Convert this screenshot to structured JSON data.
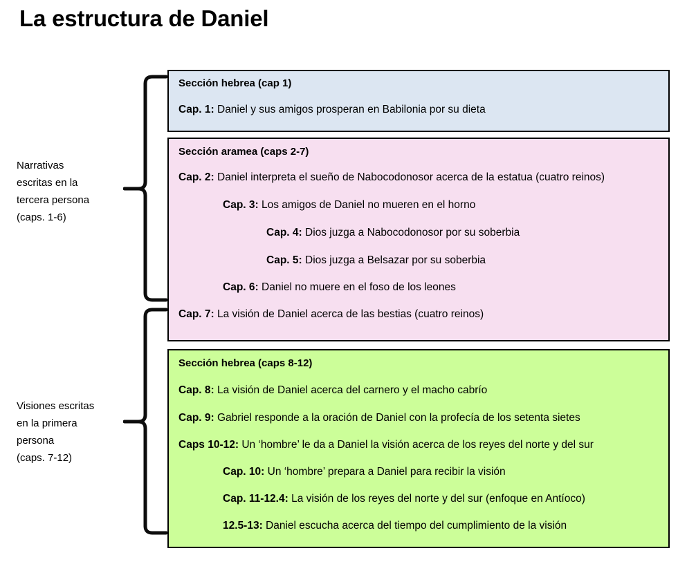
{
  "title": "La estructura de Daniel",
  "colors": {
    "hebrew_section_1_fill": "#dce6f2",
    "aramaic_section_fill": "#f7dff0",
    "hebrew_section_2_fill": "#ccfe99",
    "border": "#000000",
    "text": "#000000"
  },
  "side_labels": [
    {
      "name": "narratives",
      "text": "Narrativas\nescritas en la\ntercera persona\n(caps. 1-6)"
    },
    {
      "name": "visions",
      "text": "Visiones escritas\nen la primera\npersona\n(caps. 7-12)"
    }
  ],
  "sections": [
    {
      "id": "hebrea-1",
      "heading": "Sección hebrea (cap 1)",
      "lines": [
        {
          "label": "Cap. 1:",
          "text": " Daniel y sus amigos prosperan en Babilonia por su dieta",
          "indent": 0
        }
      ]
    },
    {
      "id": "aramea",
      "heading": "Sección aramea (caps 2-7)",
      "lines": [
        {
          "label": "Cap. 2:",
          "text": " Daniel interpreta el sueño de Nabocodonosor acerca de la estatua (cuatro reinos)",
          "indent": 0
        },
        {
          "label": "Cap. 3:",
          "text": " Los amigos de Daniel no mueren en el horno",
          "indent": 1
        },
        {
          "label": "Cap. 4:",
          "text": " Dios juzga  a Nabocodonosor por su soberbia",
          "indent": 2
        },
        {
          "label": "Cap. 5:",
          "text": " Dios juzga a Belsazar por su soberbia",
          "indent": 2
        },
        {
          "label": "Cap. 6:",
          "text": " Daniel no muere en el foso de los leones",
          "indent": 1
        },
        {
          "label": "Cap. 7:",
          "text": " La visión de Daniel acerca de las bestias (cuatro reinos)",
          "indent": 0
        }
      ]
    },
    {
      "id": "hebrea-2",
      "heading": "Sección hebrea (caps 8-12)",
      "lines": [
        {
          "label": "Cap. 8:",
          "text": " La visión de Daniel acerca del carnero y el macho cabrío",
          "indent": 0
        },
        {
          "label": "Cap. 9:",
          "text": " Gabriel responde a la oración de Daniel con la profecía de los setenta sietes",
          "indent": 0
        },
        {
          "label": "Caps 10-12:",
          "text": " Un ‘hombre’ le da a Daniel la visión acerca de los reyes del norte y del sur",
          "indent": 0
        },
        {
          "label": "Cap. 10:",
          "text": " Un ‘hombre’ prepara a Daniel para recibir la visión",
          "indent": 1
        },
        {
          "label": "Cap. 11-12.4:",
          "text": " La visión de los reyes del norte y del sur (enfoque en Antíoco)",
          "indent": 1
        },
        {
          "label": "12.5-13:",
          "text": " Daniel escucha acerca del tiempo del cumplimiento de la visión",
          "indent": 1
        }
      ]
    }
  ],
  "brackets": [
    {
      "name": "bracket-narratives"
    },
    {
      "name": "bracket-visions"
    }
  ]
}
